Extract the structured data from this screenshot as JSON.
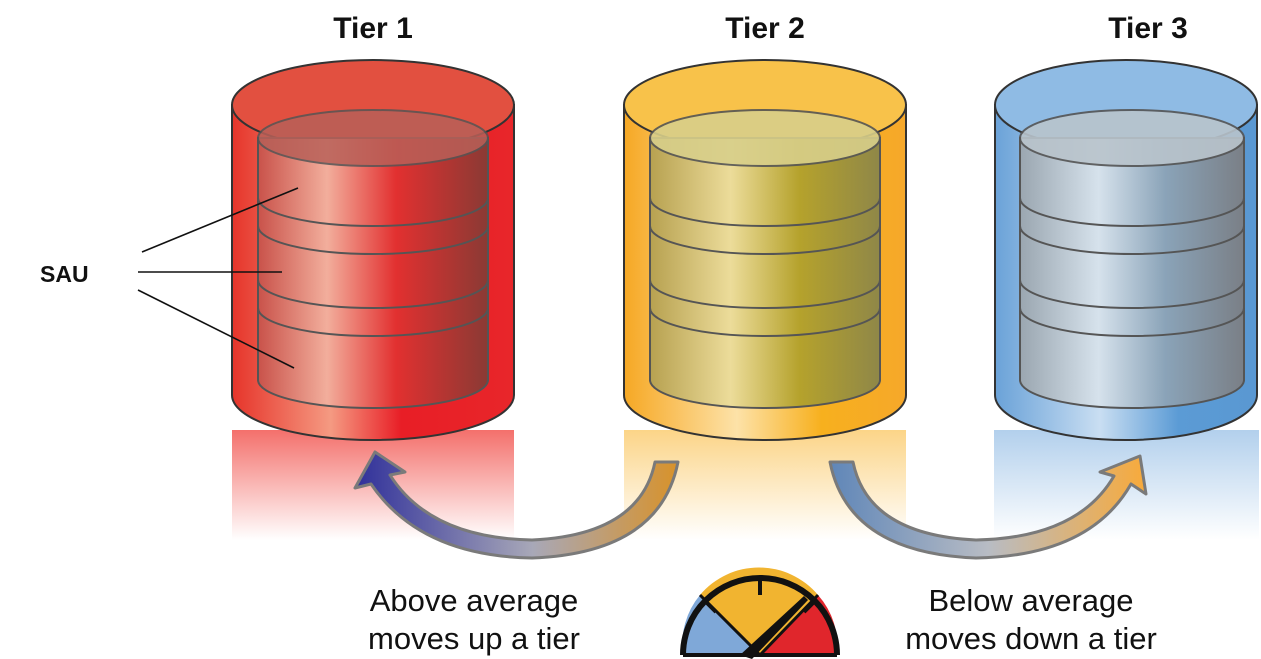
{
  "tiers": [
    {
      "title": "Tier 1",
      "color": "#e8262a"
    },
    {
      "title": "Tier 2",
      "color": "#f6b21e"
    },
    {
      "title": "Tier 3",
      "color": "#5b9bd5"
    }
  ],
  "sau_label": "SAU",
  "captions": {
    "up": {
      "line1": "Above average",
      "line2": "moves up a tier"
    },
    "down": {
      "line1": "Below average",
      "line2": "moves down a tier"
    }
  },
  "gauge": {
    "zones": [
      "blue",
      "yellow",
      "red"
    ],
    "needle_zone": "red"
  },
  "colors": {
    "up_arrow_tip": "#3a3a9c",
    "up_arrow_tail": "#c88a2a",
    "down_arrow_tail": "#6f8fb5",
    "down_arrow_tip": "#f5a83a",
    "gauge_blue": "#7fa8d8",
    "gauge_yellow": "#f1b430",
    "gauge_red": "#e0262c"
  }
}
